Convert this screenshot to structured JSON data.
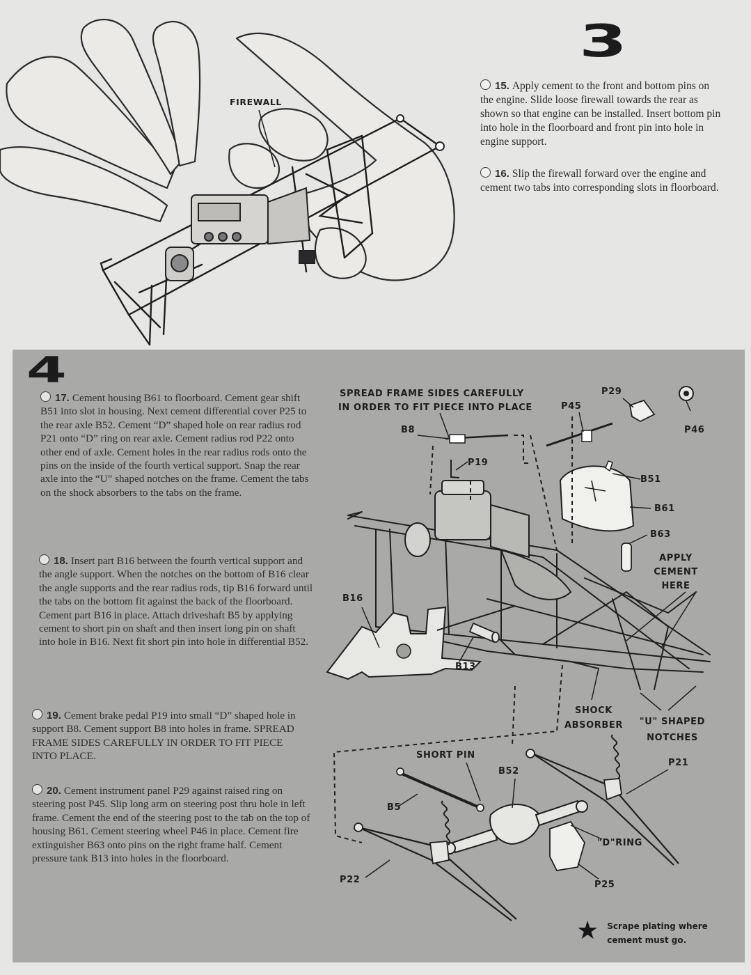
{
  "step3": {
    "number": "3",
    "firewall_label": "FIREWALL",
    "instructions": [
      {
        "num": "15.",
        "text": "Apply cement to the front and bottom pins on the engine. Slide loose firewall towards the rear as shown so that engine can be installed. Insert bottom pin into hole in the floorboard and front pin into hole in engine support."
      },
      {
        "num": "16.",
        "text": "Slip the firewall forward over the engine and cement two tabs into corresponding slots in floorboard."
      }
    ]
  },
  "step4": {
    "number": "4",
    "instructions": [
      {
        "num": "17.",
        "text": "Cement housing B61 to floorboard. Cement gear shift B51 into slot in housing. Next cement differential cover P25 to the rear axle B52. Cement “D” shaped hole on rear radius rod P21 onto “D” ring on rear axle. Cement radius rod P22 onto other end of axle. Cement holes in the rear radius rods onto the pins on the inside of the fourth vertical support. Snap the rear axle into the “U” shaped notches on the frame. Cement the tabs on the shock absorbers to the tabs on the frame."
      },
      {
        "num": "18.",
        "text": "Insert part B16 between the fourth vertical support and the angle support. When the notches on the bottom of B16 clear the angle supports and the rear radius rods, tip B16 forward until the tabs on the bottom fit against the back of the floorboard. Cement part B16 in place. Attach driveshaft B5 by applying cement to short pin on shaft and then insert long pin on shaft into hole in B16. Next fit short pin into hole in differential B52."
      },
      {
        "num": "19.",
        "text": "Cement brake pedal P19 into small “D” shaped hole in support B8. Cement support B8 into holes in frame. SPREAD FRAME SIDES CAREFULLY IN ORDER TO FIT PIECE INTO PLACE."
      },
      {
        "num": "20.",
        "text": "Cement instrument panel P29 against raised ring on steering post P45. Slip long arm on steering post thru hole in left frame. Cement the end of the steering post to the tab on the top of housing B61. Cement steering wheel P46 in place. Cement fire extinguisher B63 onto pins on the right frame half. Cement pressure tank B13 into holes in the floorboard."
      }
    ],
    "labels": {
      "spread_line1": "SPREAD FRAME SIDES CAREFULLY",
      "spread_line2": "IN ORDER TO FIT PIECE INTO PLACE",
      "p29": "P29",
      "p45": "P45",
      "p46": "P46",
      "b8": "B8",
      "p19": "P19",
      "b51": "B51",
      "b61": "B61",
      "b63": "B63",
      "apply_cement": "APPLY CEMENT HERE",
      "b16": "B16",
      "b13": "B13",
      "shock_absorber": "SHOCK ABSORBER",
      "u_notches": "\"U\" SHAPED NOTCHES",
      "short_pin": "SHORT PIN",
      "b52": "B52",
      "p21": "P21",
      "b5": "B5",
      "d_ring": "\"D\"RING",
      "p22": "P22",
      "p25": "P25"
    },
    "footnote": "Scrape plating where cement must go."
  }
}
